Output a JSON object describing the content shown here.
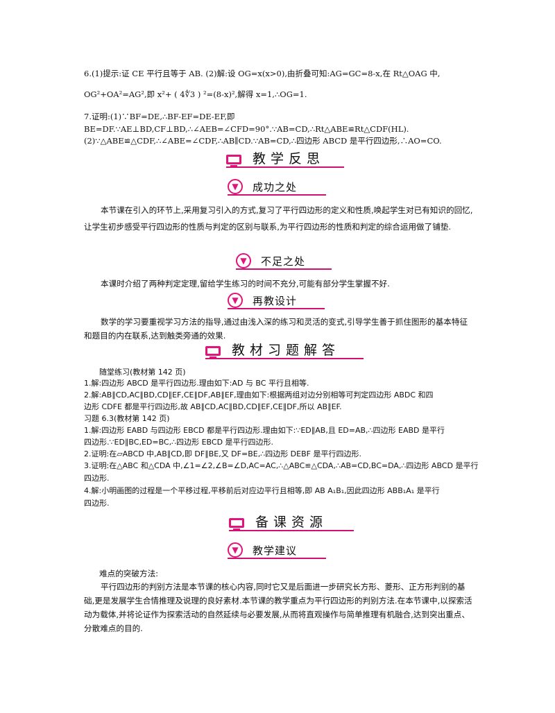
{
  "top": {
    "l1": "6.(1)提示:证 CE 平行且等于 AB.    (2)解:设 OG=x(x>0),由折叠可知:AG=GC=8-x,在 Rt△OAG 中,",
    "l2": "OG²+OA²=AG²,即 x²+ ( 4∜3 ) ²=(8-x)²,解得 x=1,∴OG=1.",
    "l3": "7.证明:(1)∵BF=DE,∴BF-EF=DE-EF,即",
    "l4": "BE=DF.∵AE⊥BD,CF⊥BD,∴∠AEB=∠CFD=90°.∵AB=CD,∴Rt△ABE≌Rt△CDF(HL).",
    "l5": "(2)∵△ABE≌△CDF,∴∠ABE=∠CDF,∴AB∥CD.∵AB=CD,∴四边形 ABCD 是平行四边形,∴AO=CO."
  },
  "headings": {
    "reflection": "教学反思",
    "success": "成功之处",
    "shortcoming": "不足之处",
    "redesign": "再教设计",
    "answers": "教材习题解答",
    "resources": "备课资源",
    "suggestion": "教学建议"
  },
  "paras": {
    "success": "本节课在引入的环节上,采用复习引入的方式,复习了平行四边形的定义和性质,唤起学生对已有知识的回忆,让学生初步感受平行四边形的性质与判定的区别与联系,为平行四边形的性质和判定的综合运用做了铺垫.",
    "shortcoming": "本课时介绍了两种判定定理,留给学生练习的时间不充分,可能有部分学生掌握不好.",
    "redesign": "数学的学习要重视学习方法的指导,通过由浅入深的练习和灵活的变式,引导学生善于抓住图形的基本特征和题目的内在联系,达到触类旁通的效果."
  },
  "answers": {
    "a1": "随堂练习(教材第 142 页)",
    "a2": "1.解:四边形 ABCD 是平行四边形.理由如下:AD 与 BC 平行且相等.",
    "a3": "2.解:AB∥CD,AC∥BD,CD∥EF,CE∥DF,AB∥EF,理由如下:根据两组对边分别相等可判定四边形 ABDC 和四",
    "a4": "边形 CDFE 都是平行四边形,故 AB∥CD,AC∥BD,CD∥EF,CE∥DF,所以 AB∥EF.",
    "a5": "习题 6.3(教材第 142 页)",
    "a6": "1.解:四边形 EABD 与四边形 EBCD 都是平行四边形.理由如下:∵ED∥AB,且 ED=AB,∴四边形 EABD 是平行",
    "a7": "四边形.∵ED∥BC,ED=BC,∴四边形 EBCD 是平行四边形.",
    "a8": "2.证明:在▱ABCD 中,AB∥CD,即 DF∥BE,又 DF=BE,∴四边形 DEBF 是平行四边形.",
    "a9": "3.证明:在△ABC 和△CDA 中,∠1=∠2,∠B=∠D,AC=AC,∴△ABC≌△CDA,∴AB=CD,BC=DA,∴四边形 ABCD 是平行",
    "a10": "四边形.",
    "a11": "4.解:小明画图的过程是一个平移过程,平移前后对应边平行且相等,即 AB A₁B₁,因此四边形 ABB₁A₁ 是平行",
    "a12": "四边形."
  },
  "suggest": {
    "title": "难点的突破方法:",
    "body": "平行四边形的判别方法是本节课的核心内容,同时它又是后面进一步研究长方形、菱形、正方形判别的基础,更是发展学生合情推理及说理的良好素材.本节课的教学重点为平行四边形的判别方法.在本节课中,以探索活动为载体,并将论证作为探索活动的自然延续与必要发展,从而将直观操作与简单推理有机融合,达到突出重点、分散难点的目的."
  },
  "colors": {
    "accent": "#e0147a",
    "rule": "#d01070"
  }
}
